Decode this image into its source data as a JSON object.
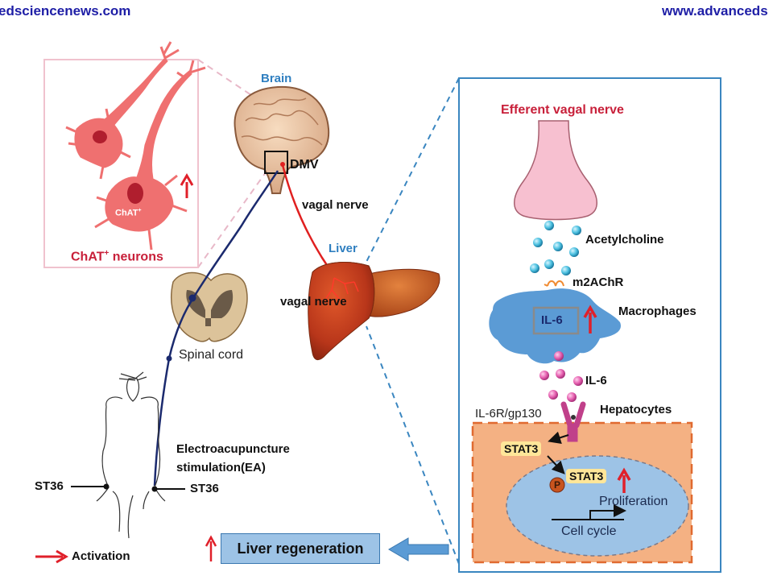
{
  "header": {
    "left_url": "edsciencenews.com",
    "right_url": "www.advanceds"
  },
  "neuron_panel": {
    "cell_label": "ChAT",
    "cell_label_sup": "+",
    "caption": "ChAT",
    "caption_sup": "+",
    "caption_rest": " neurons"
  },
  "anatomy": {
    "brain": "Brain",
    "dmv": "DMV",
    "vagal_nerve_upper": "vagal nerve",
    "liver": "Liver",
    "vagal_nerve_liver": "vagal nerve",
    "spinal_cord": "Spinal cord",
    "ea_line1": "Electroacupuncture",
    "ea_line2": "stimulation(EA)",
    "st36_left": "ST36",
    "st36_right": "ST36"
  },
  "mechanism_panel": {
    "title": "Efferent vagal nerve",
    "acetylcholine": "Acetylcholine",
    "receptor": "m2AChR",
    "macrophages": "Macrophages",
    "il6_box": "IL-6",
    "il6_secreted": "IL-6",
    "il6r": "IL-6R/gp130",
    "hepatocytes": "Hepatocytes",
    "stat3_cyto": "STAT3",
    "stat3_nuc": "STAT3",
    "phospho": "P",
    "proliferation": "Proliferation",
    "cell_cycle": "Cell cycle"
  },
  "legend": {
    "activation": "Activation"
  },
  "outcome": {
    "label": "Liver regeneration"
  },
  "colors": {
    "header_blue": "#1e1ea6",
    "activation_red": "#e0202a",
    "nerve_red": "#e02020",
    "afferent_navy": "#1b2a6e",
    "panel_border_blue": "#3a86c0",
    "neuron_pink": "#ef7070",
    "macrophage_blue": "#5b9bd5",
    "hepatocyte_orange": "#f4b183",
    "nucleus_blue": "#9dc3e6",
    "outcome_box": "#9dc3e6"
  }
}
